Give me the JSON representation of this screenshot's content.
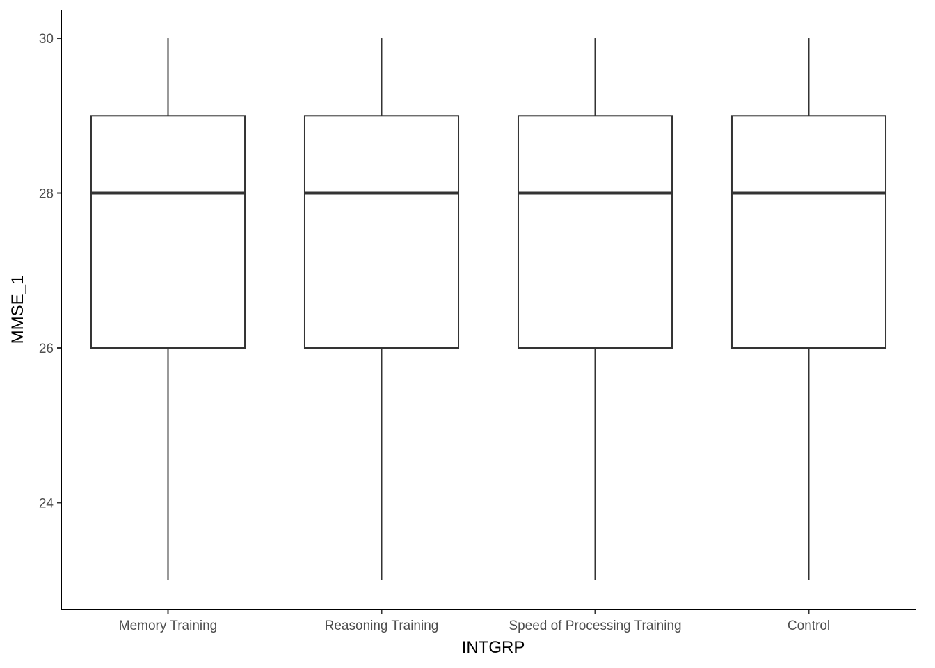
{
  "chart_data": {
    "type": "boxplot",
    "title": "",
    "xlabel": "INTGRP",
    "ylabel": "MMSE_1",
    "categories": [
      "Memory Training",
      "Reasoning Training",
      "Speed of Processing Training",
      "Control"
    ],
    "series": [
      {
        "name": "Memory Training",
        "whisker_low": 23,
        "q1": 26,
        "median": 28,
        "q3": 29,
        "whisker_high": 30
      },
      {
        "name": "Reasoning Training",
        "whisker_low": 23,
        "q1": 26,
        "median": 28,
        "q3": 29,
        "whisker_high": 30
      },
      {
        "name": "Speed of Processing Training",
        "whisker_low": 23,
        "q1": 26,
        "median": 28,
        "q3": 29,
        "whisker_high": 30
      },
      {
        "name": "Control",
        "whisker_low": 23,
        "q1": 26,
        "median": 28,
        "q3": 29,
        "whisker_high": 30
      }
    ],
    "yticks": [
      "24",
      "26",
      "28",
      "30"
    ],
    "ylim": [
      22.62,
      30.36
    ],
    "grid": false,
    "legend": "none",
    "colors": {
      "box_stroke": "#333333",
      "box_fill": "#ffffff",
      "axis": "#000000"
    }
  }
}
